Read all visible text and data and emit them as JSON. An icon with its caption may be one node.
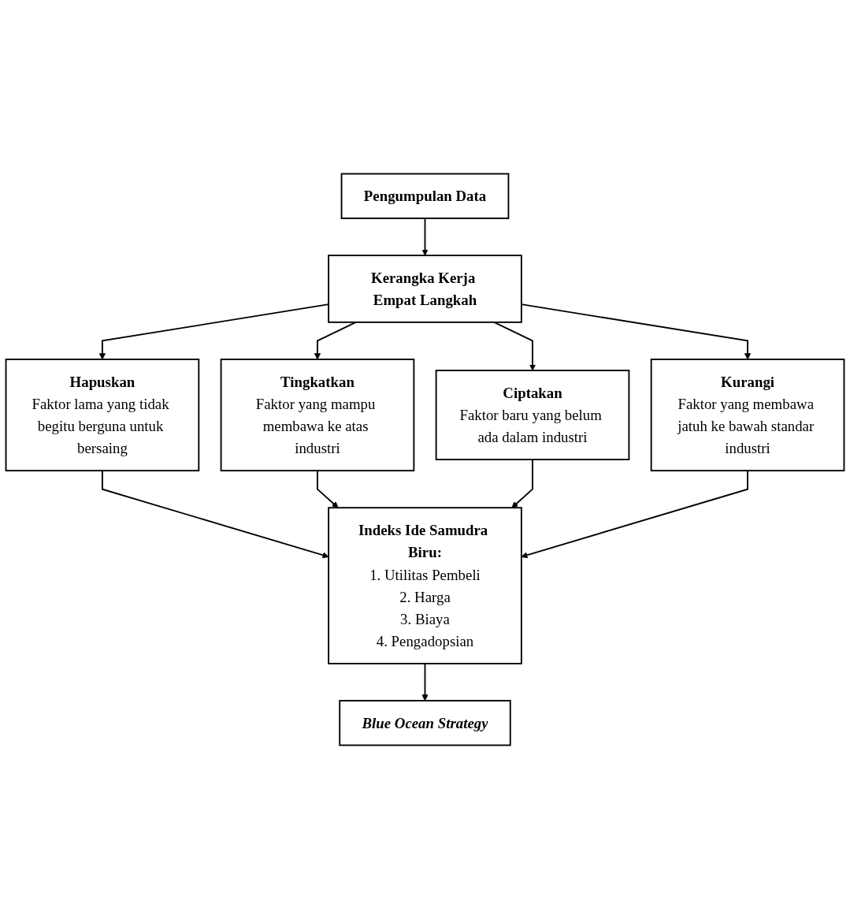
{
  "diagram": {
    "nodes": [
      {
        "text": [
          "Pengumpulan Data"
        ]
      },
      {
        "text": [
          "Kerangka Kerja Empat Langkah"
        ]
      },
      {
        "text": [
          "Hapuskan",
          "Faktor lama yang tidak begitu berguna untuk bersaing"
        ]
      },
      {
        "text": [
          "Tingkatkan",
          "Faktor yang mampu membawa ke atas industri"
        ]
      },
      {
        "text": [
          "Ciptakan",
          "Faktor baru yang belum ada dalam industri"
        ]
      },
      {
        "text": [
          "Kurangi",
          "Faktor yang membawa jatuh ke bawah standar industri"
        ]
      },
      {
        "text": [
          "Indeks Ide Samudra Biru:",
          "1. Utilitas Pembeli",
          "2. Harga",
          "3. Biaya",
          "4. Pengadopsian"
        ]
      },
      {
        "text": [
          "Blue Ocean Strategy"
        ]
      }
    ],
    "edges": [
      {
        "from": 0,
        "to": 1,
        "arrow": "to"
      },
      {
        "from": 1,
        "to": 2,
        "arrow": "to"
      },
      {
        "from": 1,
        "to": 3,
        "arrow": "to"
      },
      {
        "from": 1,
        "to": 4,
        "arrow": "to"
      },
      {
        "from": 1,
        "to": 5,
        "arrow": "to"
      },
      {
        "from": 2,
        "to": 6,
        "arrow": "to"
      },
      {
        "from": 3,
        "to": 6,
        "arrow": "to"
      },
      {
        "from": 4,
        "to": 6,
        "arrow": "to"
      },
      {
        "from": 5,
        "to": 6,
        "arrow": "to"
      },
      {
        "from": 6,
        "to": 7,
        "arrow": "to"
      }
    ]
  }
}
